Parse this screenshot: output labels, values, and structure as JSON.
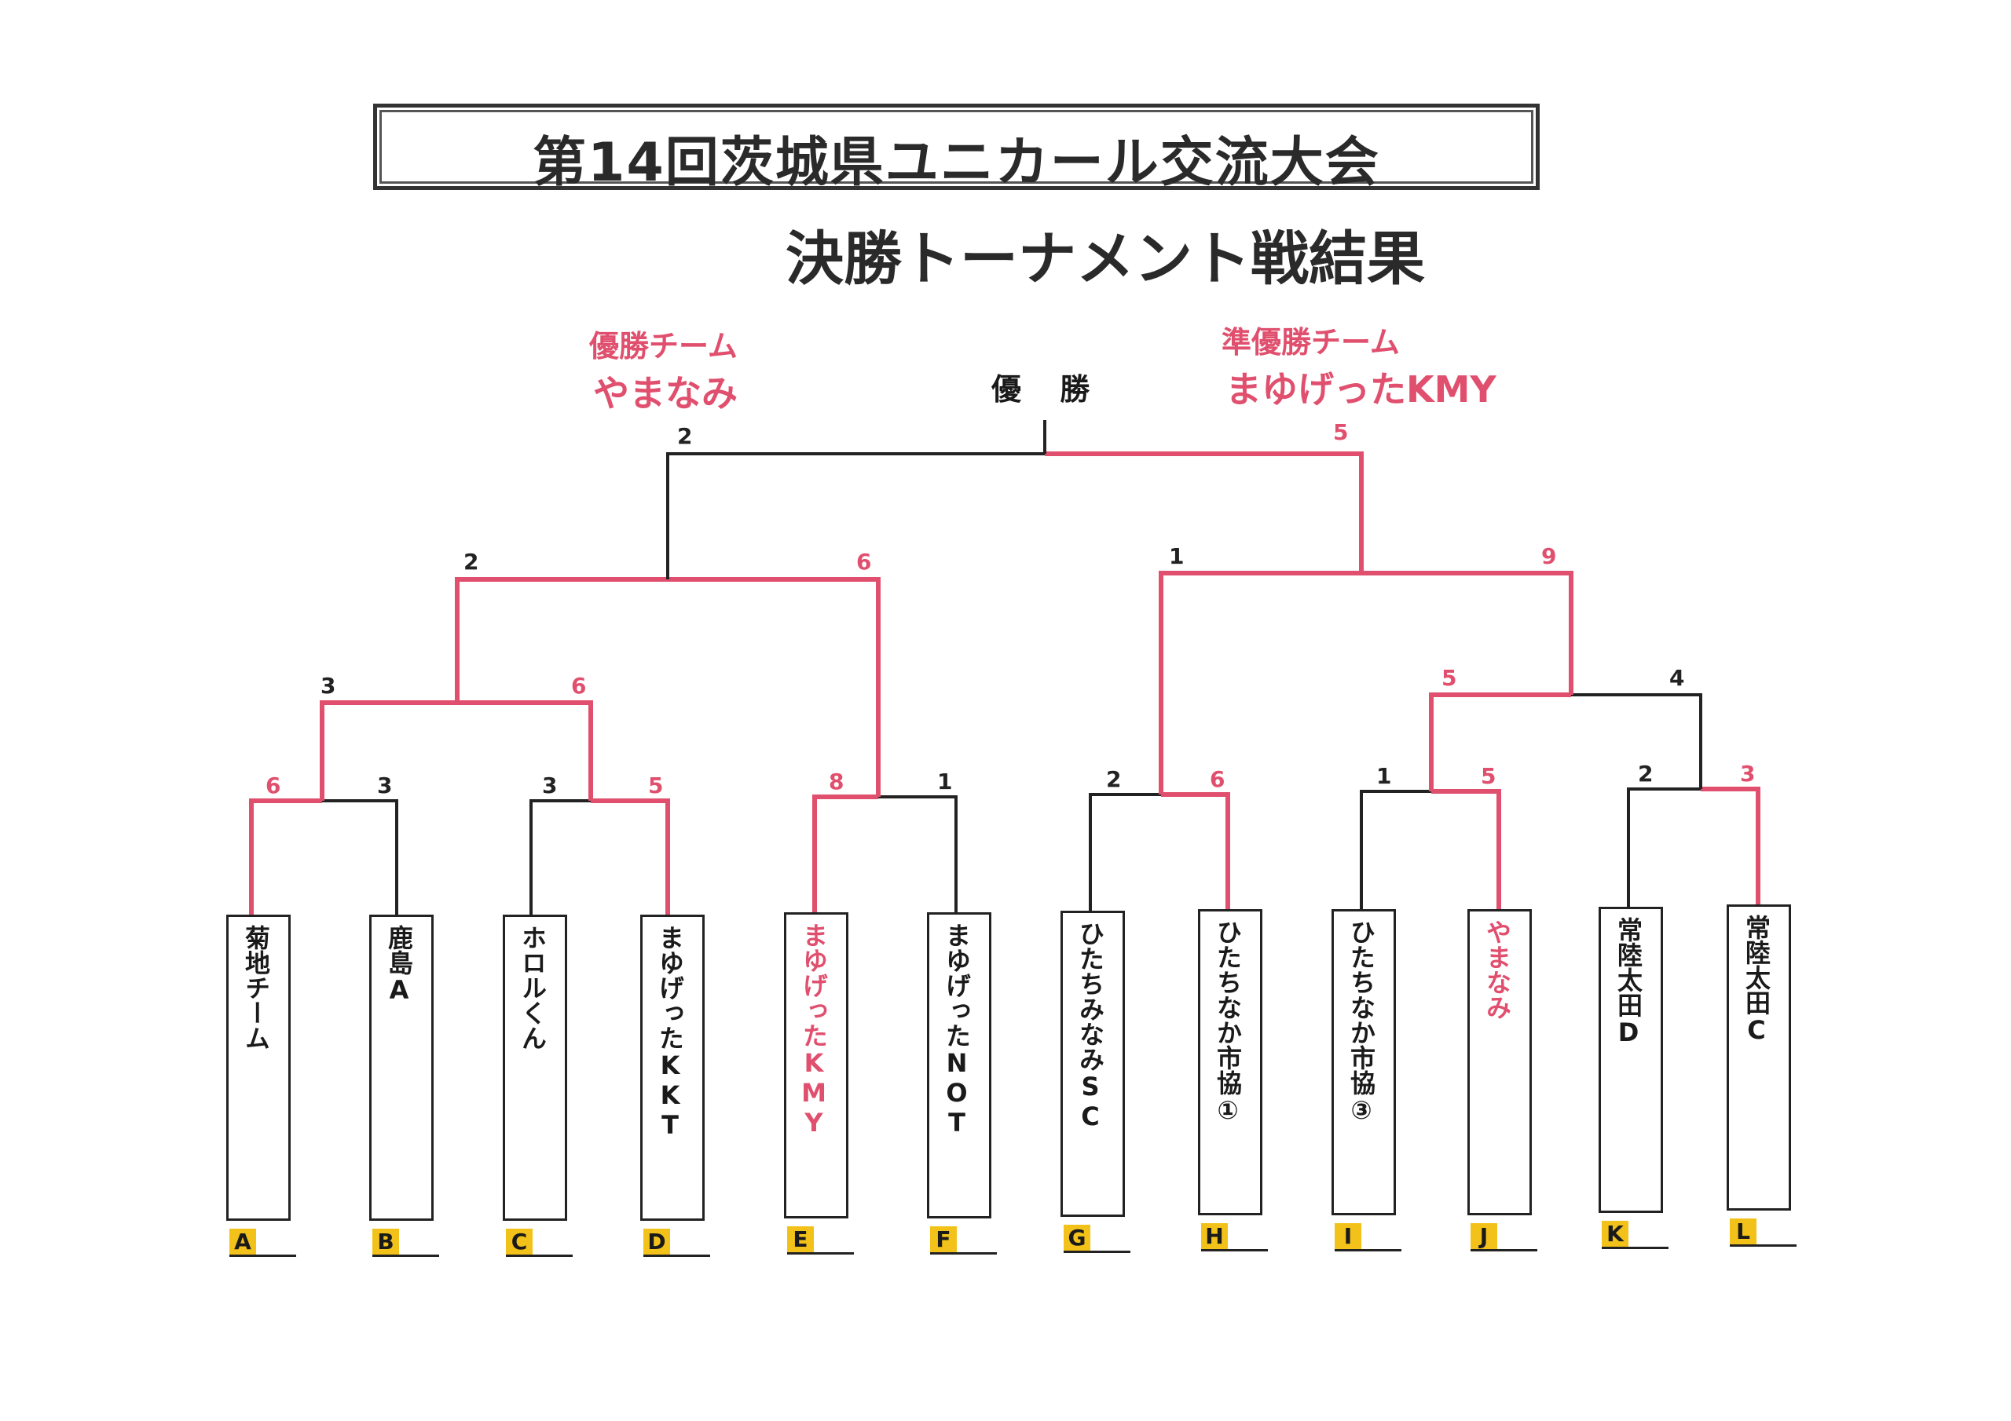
{
  "header": {
    "title": "第14回茨城県ユニカール交流大会",
    "subtitle": "決勝トーナメント戦結果"
  },
  "result": {
    "champion_label": "優勝チーム",
    "champion_team": "やまなみ",
    "runner_up_label": "準優勝チーム",
    "runner_up_team": "まゆげったKMY",
    "final_label": "優 勝"
  },
  "colors": {
    "winner": "#e0506e",
    "line": "#222222",
    "badge": "#f2c21a"
  },
  "teams": [
    {
      "id": "A",
      "name": "菊地チーム",
      "winner_color": false
    },
    {
      "id": "B",
      "name": "鹿島A",
      "winner_color": false
    },
    {
      "id": "C",
      "name": "ホロルくん",
      "winner_color": false
    },
    {
      "id": "D",
      "name": "まゆげったKKT",
      "winner_color": false
    },
    {
      "id": "E",
      "name": "まゆげったKMY",
      "winner_color": true
    },
    {
      "id": "F",
      "name": "まゆげったNOT",
      "winner_color": false
    },
    {
      "id": "G",
      "name": "ひたちみなみSC",
      "winner_color": false
    },
    {
      "id": "H",
      "name": "ひたちなか市協①",
      "winner_color": false
    },
    {
      "id": "I",
      "name": "ひたちなか市協③",
      "winner_color": false
    },
    {
      "id": "J",
      "name": "やまなみ",
      "winner_color": true
    },
    {
      "id": "K",
      "name": "常陸太田D",
      "winner_color": false
    },
    {
      "id": "L",
      "name": "常陸太田C",
      "winner_color": false
    }
  ],
  "scores": {
    "r1_AB": [
      "6",
      "3"
    ],
    "r1_CD": [
      "3",
      "5"
    ],
    "r1_EF": [
      "8",
      "1"
    ],
    "r1_GH": [
      "2",
      "6"
    ],
    "r1_IJ": [
      "1",
      "5"
    ],
    "r1_KL": [
      "2",
      "3"
    ],
    "r2_ABvCD": [
      "3",
      "6"
    ],
    "r2_IJvKL": [
      "5",
      "4"
    ],
    "qf_left": [
      "2",
      "6"
    ],
    "qf_right": [
      "1",
      "9"
    ],
    "final": [
      "2",
      "5"
    ]
  }
}
